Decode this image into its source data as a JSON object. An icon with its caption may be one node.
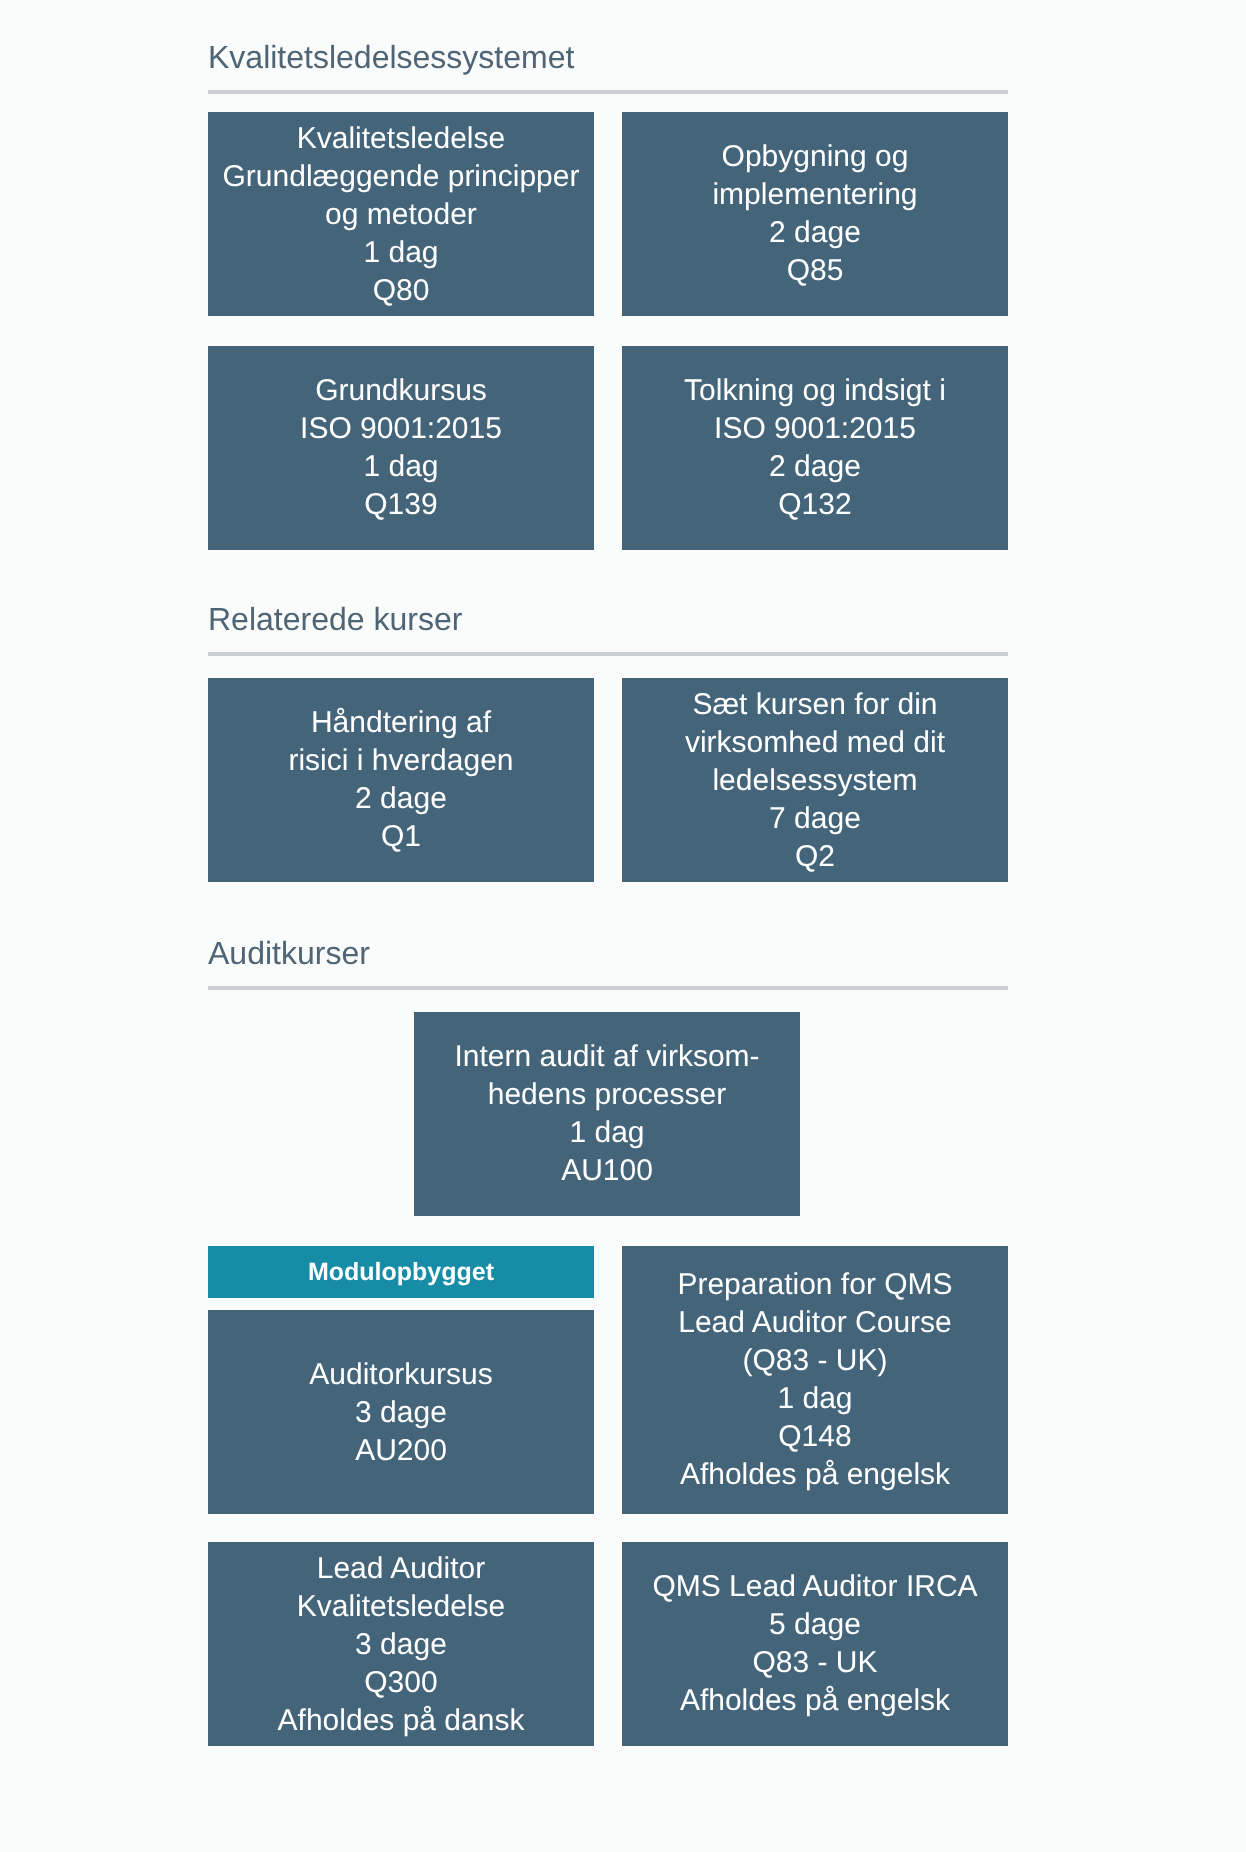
{
  "diagram": {
    "nodes": [
      {
        "text": [
          "Kvalitetsledelse Grundlæggende principper og metoder",
          "1 dag",
          "Q80"
        ]
      },
      {
        "text": [
          "Opbygning og implementering",
          "2 dage",
          "Q85"
        ]
      },
      {
        "text": [
          "Grundkursus ISO 9001:2015",
          "1 dag",
          "Q139"
        ]
      },
      {
        "text": [
          "Tolkning og indsigt i ISO 9001:2015",
          "2 dage",
          "Q132"
        ]
      },
      {
        "text": [
          "Håndtering af risici i hverdagen",
          "2 dage",
          "Q1"
        ]
      },
      {
        "text": [
          "Sæt kursen for din virksomhed med dit ledelsessystem",
          "7 dage",
          "Q2"
        ]
      },
      {
        "text": [
          "Intern audit af virksom-hedens processer",
          "1 dag",
          "AU100"
        ]
      },
      {
        "text": [
          "Modulopbygget"
        ]
      },
      {
        "text": [
          "Auditorkursus",
          "3 dage",
          "AU200"
        ]
      },
      {
        "text": [
          "Preparation for QMS Lead Auditor Course (Q83 - UK)",
          "1 dag",
          "Q148",
          "Afholdes på engelsk"
        ]
      },
      {
        "text": [
          "Lead Auditor Kvalitetsledelse",
          "3 dage",
          "Q300",
          "Afholdes på dansk"
        ]
      },
      {
        "text": [
          "QMS Lead Auditor IRCA",
          "5 dage",
          "Q83 - UK",
          "Afholdes på engelsk"
        ]
      }
    ],
    "labels": [
      "Kvalitetsledelsessystemet",
      "Relaterede kurser",
      "Auditkurser"
    ]
  }
}
